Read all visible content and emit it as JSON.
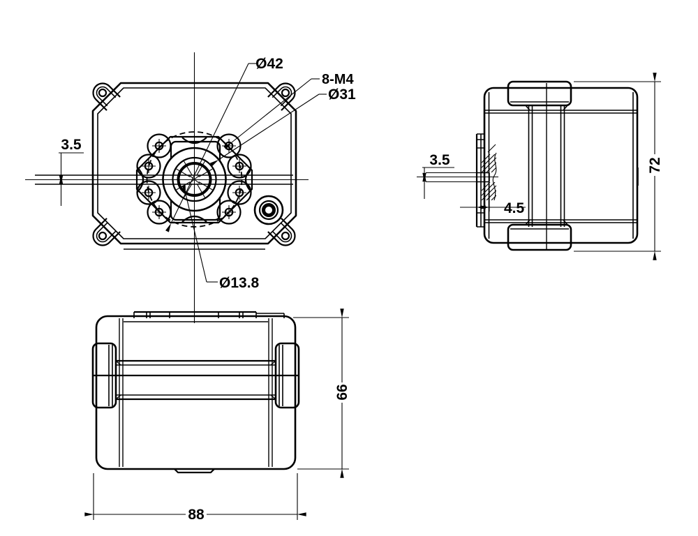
{
  "meta": {
    "title": "Actuator three-view engineering drawing",
    "type": "orthographic technical drawing",
    "line_color": "#000000",
    "background_color": "#ffffff"
  },
  "views": {
    "front": "front view with mounting flange, 8 screw bosses and cable gland",
    "side": "side view with clamp band and sectioned shaft flange",
    "bottom": "bottom view with clamp band"
  },
  "dimensions": {
    "front": {
      "bolt_circle": "Ø42",
      "screws": "8-M4",
      "pilot": "Ø31",
      "shaft": "Ø13.8",
      "slot_offset": "3.5"
    },
    "side": {
      "slot_width": "3.5",
      "flange_thickness": "4.5",
      "height": "72"
    },
    "bottom": {
      "depth": "66",
      "width": "88"
    }
  }
}
